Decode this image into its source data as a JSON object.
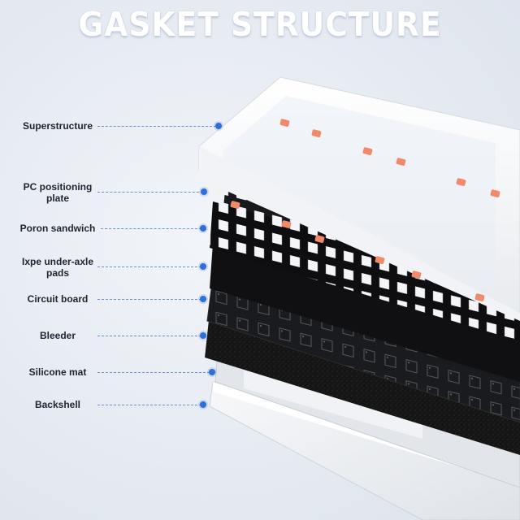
{
  "title": "GASKET STRUCTURE",
  "layers": [
    {
      "id": "superstructure",
      "label": "Superstructure"
    },
    {
      "id": "pc-plate",
      "label": "PC positioning plate"
    },
    {
      "id": "poron",
      "label": "Poron sandwich"
    },
    {
      "id": "ixpe",
      "label": "Ixpe under-axle pads"
    },
    {
      "id": "circuit",
      "label": "Circuit board"
    },
    {
      "id": "bleeder",
      "label": "Bleeder"
    },
    {
      "id": "silicone",
      "label": "Silicone mat"
    },
    {
      "id": "backshell",
      "label": "Backshell"
    }
  ],
  "colors": {
    "accent_dot": "#2f6fd6",
    "leader_line": "#6a93c9",
    "gasket_pad": "#f08a6a",
    "frame": "#ffffff",
    "plate": "#0d0d0f",
    "pcb": "#1b1c1f",
    "bleeder": "#161616",
    "silicone": "#e3e6ea"
  }
}
